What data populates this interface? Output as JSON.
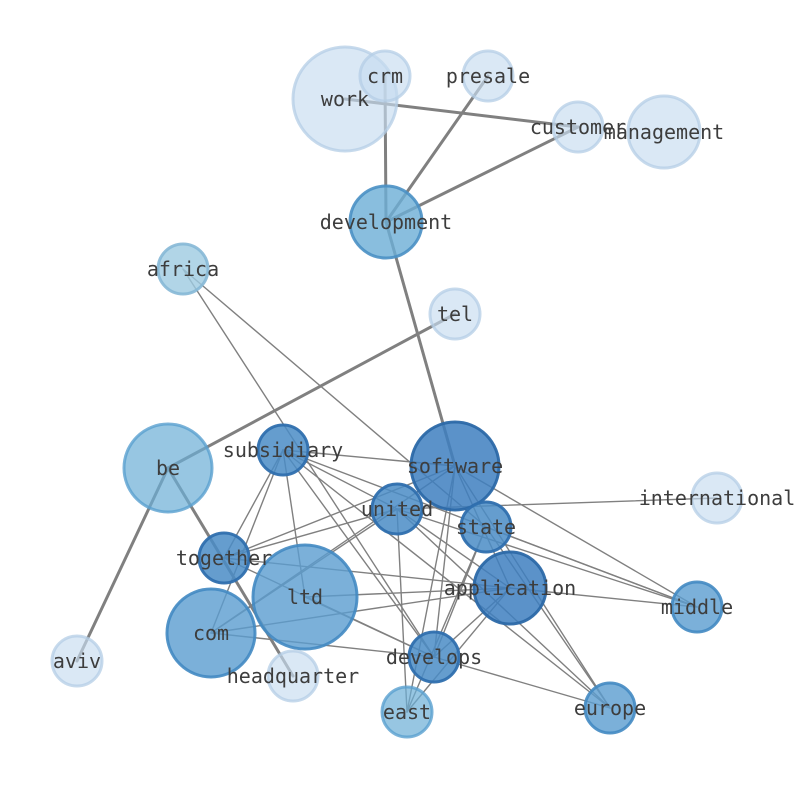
{
  "graph": {
    "nodes": [
      {
        "id": "work",
        "label": "work",
        "color": "#c6dbef",
        "stroke": "#b4cde6",
        "opacity": 0.65
      },
      {
        "id": "crm",
        "label": "crm",
        "color": "#c6dbef",
        "stroke": "#b4cde6",
        "opacity": 0.65
      },
      {
        "id": "presale",
        "label": "presale",
        "color": "#c6dbef",
        "stroke": "#b4cde6",
        "opacity": 0.65
      },
      {
        "id": "customer",
        "label": "customer",
        "color": "#c6dbef",
        "stroke": "#b4cde6",
        "opacity": 0.65
      },
      {
        "id": "management",
        "label": "management",
        "color": "#c6dbef",
        "stroke": "#b4cde6",
        "opacity": 0.65
      },
      {
        "id": "development",
        "label": "development",
        "color": "#6baed6",
        "stroke": "#4a90c4",
        "opacity": 0.8
      },
      {
        "id": "africa",
        "label": "africa",
        "color": "#9ecae1",
        "stroke": "#86b8d6",
        "opacity": 0.8
      },
      {
        "id": "tel",
        "label": "tel",
        "color": "#c6dbef",
        "stroke": "#b4cde6",
        "opacity": 0.65
      },
      {
        "id": "be",
        "label": "be",
        "color": "#6baed6",
        "stroke": "#5aa0cf",
        "opacity": 0.7
      },
      {
        "id": "subsidiary",
        "label": "subsidiary",
        "color": "#4a8cc6",
        "stroke": "#2f6fae",
        "opacity": 0.85
      },
      {
        "id": "software",
        "label": "software",
        "color": "#3e7fbf",
        "stroke": "#2c69a8",
        "opacity": 0.85
      },
      {
        "id": "international",
        "label": "international",
        "color": "#c6dbef",
        "stroke": "#b4cde6",
        "opacity": 0.65
      },
      {
        "id": "united",
        "label": "united",
        "color": "#4a8cc6",
        "stroke": "#2f6fae",
        "opacity": 0.85
      },
      {
        "id": "state",
        "label": "state",
        "color": "#4a8cc6",
        "stroke": "#2f6fae",
        "opacity": 0.85
      },
      {
        "id": "together",
        "label": "together",
        "color": "#4a8cc6",
        "stroke": "#2f6fae",
        "opacity": 0.85
      },
      {
        "id": "application",
        "label": "application",
        "color": "#3e7fbf",
        "stroke": "#2c69a8",
        "opacity": 0.85
      },
      {
        "id": "ltd",
        "label": "ltd",
        "color": "#5a9ccf",
        "stroke": "#4289c2",
        "opacity": 0.8
      },
      {
        "id": "middle",
        "label": "middle",
        "color": "#5a9ccf",
        "stroke": "#4289c2",
        "opacity": 0.8
      },
      {
        "id": "com",
        "label": "com",
        "color": "#5a9ccf",
        "stroke": "#4289c2",
        "opacity": 0.8
      },
      {
        "id": "aviv",
        "label": "aviv",
        "color": "#c6dbef",
        "stroke": "#b4cde6",
        "opacity": 0.65
      },
      {
        "id": "develops",
        "label": "develops",
        "color": "#4a8cc6",
        "stroke": "#2f6fae",
        "opacity": 0.85
      },
      {
        "id": "headquarter",
        "label": "headquarter",
        "color": "#c6dbef",
        "stroke": "#b4cde6",
        "opacity": 0.65
      },
      {
        "id": "east",
        "label": "east",
        "color": "#6baed6",
        "stroke": "#5aa0cf",
        "opacity": 0.7
      },
      {
        "id": "europe",
        "label": "europe",
        "color": "#5a9ccf",
        "stroke": "#4289c2",
        "opacity": 0.8
      }
    ],
    "edges": [
      {
        "source": "work",
        "target": "customer",
        "weight": "strong"
      },
      {
        "source": "crm",
        "target": "development",
        "weight": "strong"
      },
      {
        "source": "presale",
        "target": "development",
        "weight": "strong"
      },
      {
        "source": "customer",
        "target": "development",
        "weight": "strong"
      },
      {
        "source": "development",
        "target": "software",
        "weight": "strong"
      },
      {
        "source": "tel",
        "target": "be",
        "weight": "strong"
      },
      {
        "source": "be",
        "target": "aviv",
        "weight": "strong"
      },
      {
        "source": "be",
        "target": "headquarter",
        "weight": "strong"
      },
      {
        "source": "africa",
        "target": "state",
        "weight": "thin"
      },
      {
        "source": "africa",
        "target": "develops",
        "weight": "thin"
      },
      {
        "source": "subsidiary",
        "target": "software",
        "weight": "thin"
      },
      {
        "source": "subsidiary",
        "target": "united",
        "weight": "thin"
      },
      {
        "source": "subsidiary",
        "target": "together",
        "weight": "thin"
      },
      {
        "source": "subsidiary",
        "target": "com",
        "weight": "thin"
      },
      {
        "source": "subsidiary",
        "target": "ltd",
        "weight": "thin"
      },
      {
        "source": "subsidiary",
        "target": "develops",
        "weight": "thin"
      },
      {
        "source": "subsidiary",
        "target": "middle",
        "weight": "thin"
      },
      {
        "source": "subsidiary",
        "target": "europe",
        "weight": "thin"
      },
      {
        "source": "software",
        "target": "middle",
        "weight": "thin"
      },
      {
        "source": "software",
        "target": "europe",
        "weight": "thin"
      },
      {
        "source": "software",
        "target": "together",
        "weight": "thin"
      },
      {
        "source": "software",
        "target": "com",
        "weight": "thin"
      },
      {
        "source": "software",
        "target": "develops",
        "weight": "thin"
      },
      {
        "source": "software",
        "target": "east",
        "weight": "thin"
      },
      {
        "source": "software",
        "target": "application",
        "weight": "thin"
      },
      {
        "source": "international",
        "target": "united",
        "weight": "thin"
      },
      {
        "source": "united",
        "target": "com",
        "weight": "thin"
      },
      {
        "source": "united",
        "target": "together",
        "weight": "thin"
      },
      {
        "source": "united",
        "target": "middle",
        "weight": "thin"
      },
      {
        "source": "united",
        "target": "europe",
        "weight": "thin"
      },
      {
        "source": "united",
        "target": "east",
        "weight": "thin"
      },
      {
        "source": "united",
        "target": "application",
        "weight": "thin"
      },
      {
        "source": "state",
        "target": "develops",
        "weight": "thin"
      },
      {
        "source": "state",
        "target": "east",
        "weight": "thin"
      },
      {
        "source": "state",
        "target": "europe",
        "weight": "thin"
      },
      {
        "source": "state",
        "target": "middle",
        "weight": "thin"
      },
      {
        "source": "together",
        "target": "application",
        "weight": "thin"
      },
      {
        "source": "together",
        "target": "develops",
        "weight": "thin"
      },
      {
        "source": "ltd",
        "target": "application",
        "weight": "thin"
      },
      {
        "source": "ltd",
        "target": "develops",
        "weight": "thin"
      },
      {
        "source": "com",
        "target": "develops",
        "weight": "thin"
      },
      {
        "source": "com",
        "target": "application",
        "weight": "thin"
      },
      {
        "source": "application",
        "target": "middle",
        "weight": "thin"
      },
      {
        "source": "application",
        "target": "develops",
        "weight": "thin"
      },
      {
        "source": "develops",
        "target": "europe",
        "weight": "thin"
      },
      {
        "source": "application",
        "target": "east",
        "weight": "thin"
      }
    ]
  }
}
